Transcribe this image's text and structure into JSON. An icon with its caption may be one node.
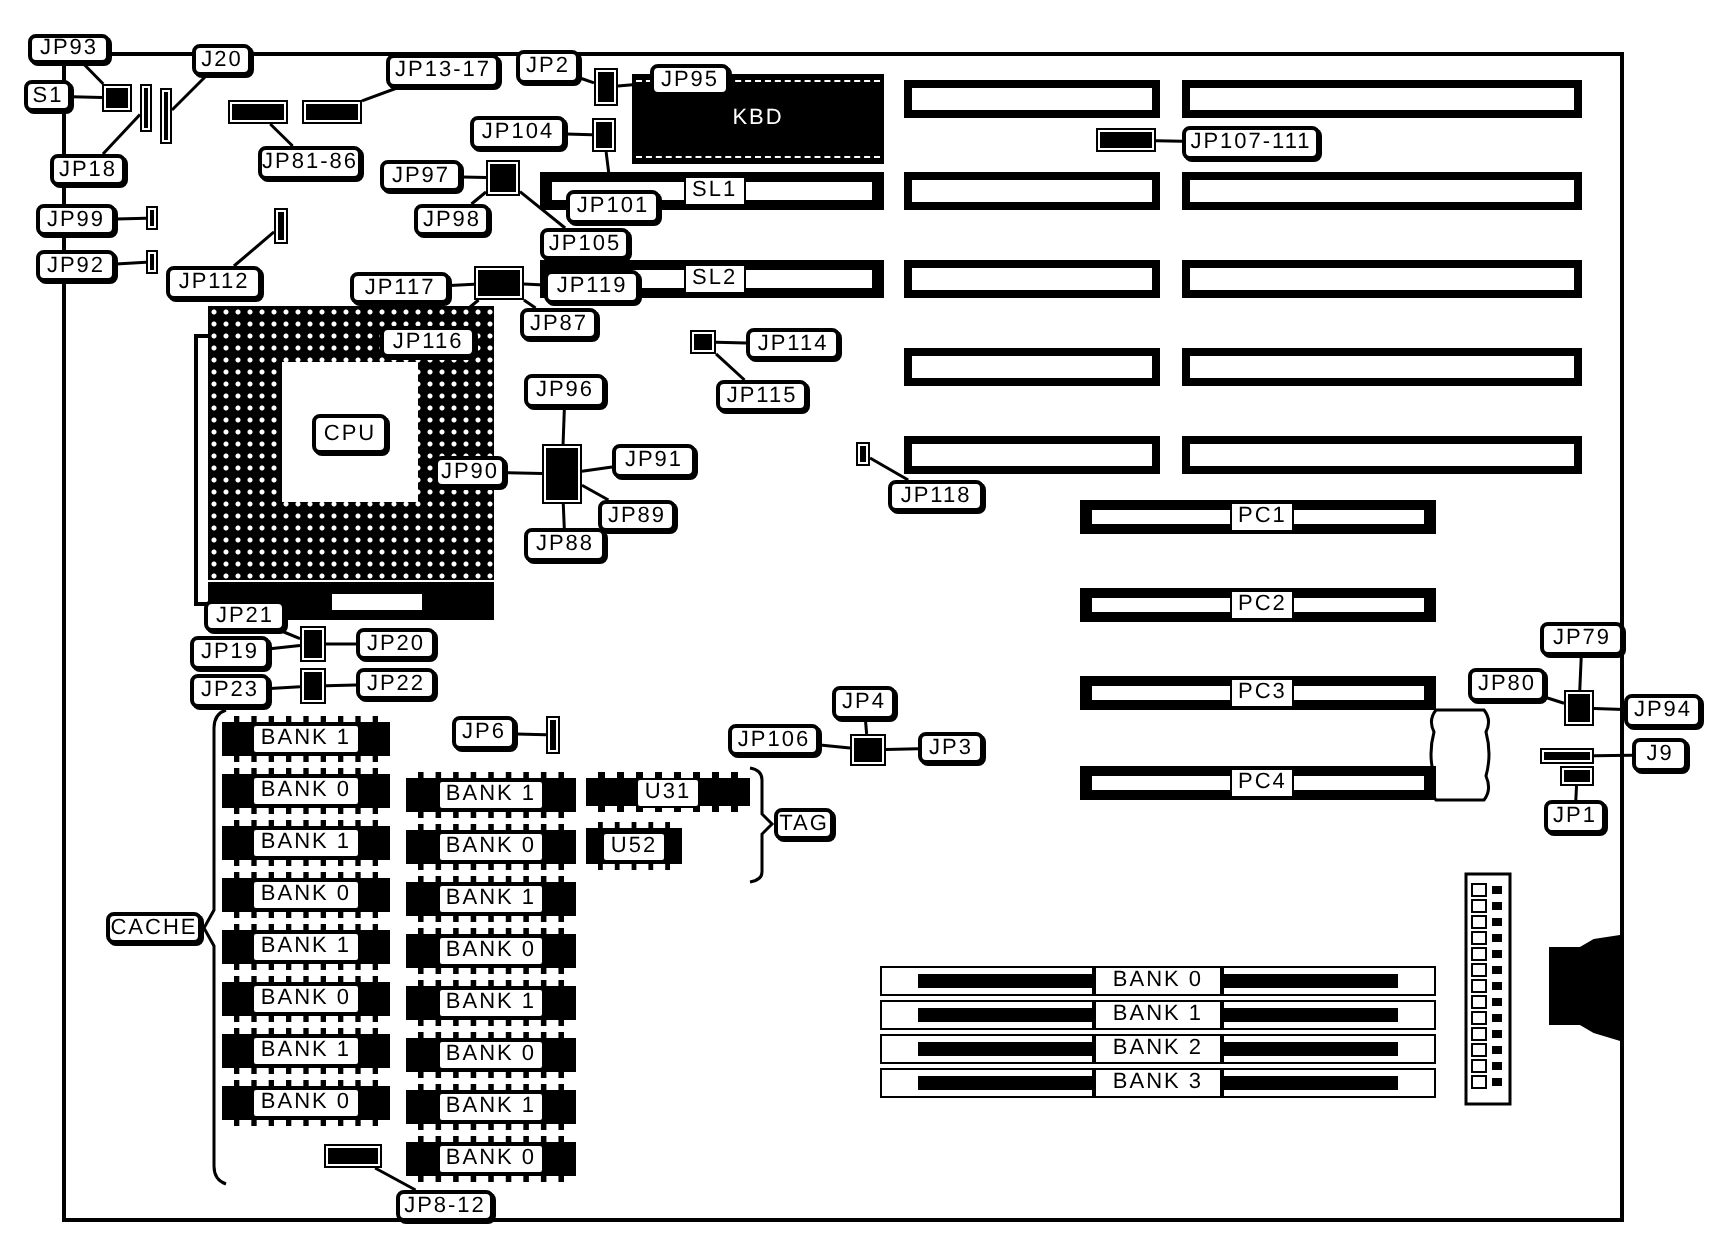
{
  "diagram": {
    "nodes": [
      {
        "text": [
          "JP93"
        ]
      },
      {
        "text": [
          "S1"
        ]
      },
      {
        "text": [],
        "shape": "box"
      },
      {
        "text": [
          "JP18"
        ]
      },
      {
        "text": [],
        "shape": "box"
      },
      {
        "text": [
          "J20"
        ]
      },
      {
        "text": [],
        "shape": "box"
      },
      {
        "text": [
          "JP81-86"
        ]
      },
      {
        "text": [],
        "shape": "box"
      },
      {
        "text": [
          "JP13-17"
        ]
      },
      {
        "text": [],
        "shape": "box"
      },
      {
        "text": [
          "JP2"
        ]
      },
      {
        "text": [
          "JP95"
        ]
      },
      {
        "text": [],
        "shape": "box"
      },
      {
        "text": [
          "KBD"
        ]
      },
      {
        "text": [
          "JP104"
        ]
      },
      {
        "text": [],
        "shape": "box"
      },
      {
        "text": [
          "JP101"
        ]
      },
      {
        "text": [
          "JP97"
        ]
      },
      {
        "text": [
          "JP98"
        ]
      },
      {
        "text": [
          "JP105"
        ]
      },
      {
        "text": [],
        "shape": "box"
      },
      {
        "text": [
          "SL1"
        ]
      },
      {
        "text": [
          "JP99"
        ]
      },
      {
        "text": [],
        "shape": "box"
      },
      {
        "text": [
          "JP92"
        ]
      },
      {
        "text": [],
        "shape": "box"
      },
      {
        "text": [
          "JP112"
        ]
      },
      {
        "text": [],
        "shape": "box"
      },
      {
        "text": [
          "JP117"
        ]
      },
      {
        "text": [
          "JP119"
        ]
      },
      {
        "text": [],
        "shape": "box"
      },
      {
        "text": [
          "SL2"
        ]
      },
      {
        "text": [
          "JP87"
        ]
      },
      {
        "text": [],
        "shape": "socket"
      },
      {
        "text": [
          "JP116"
        ],
        "in": 34
      },
      {
        "text": [
          "JP114"
        ]
      },
      {
        "text": [
          "JP115"
        ]
      },
      {
        "text": [],
        "shape": "box"
      },
      {
        "text": [
          "JP96"
        ]
      },
      {
        "text": [
          "JP90"
        ]
      },
      {
        "text": [
          "JP91"
        ]
      },
      {
        "text": [
          "JP89"
        ]
      },
      {
        "text": [
          "JP88"
        ]
      },
      {
        "text": [],
        "shape": "box"
      },
      {
        "text": [
          "JP107-111"
        ]
      },
      {
        "text": [],
        "shape": "box"
      },
      {
        "text": [
          "JP118"
        ]
      },
      {
        "text": [],
        "shape": "box"
      },
      {
        "text": [],
        "shape": "bar"
      },
      {
        "text": [],
        "shape": "bar"
      },
      {
        "text": [],
        "shape": "bar"
      },
      {
        "text": [],
        "shape": "bar"
      },
      {
        "text": [],
        "shape": "bar"
      },
      {
        "text": [],
        "shape": "bar"
      },
      {
        "text": [],
        "shape": "bar"
      },
      {
        "text": [],
        "shape": "bar"
      },
      {
        "text": [],
        "shape": "bar"
      },
      {
        "text": [],
        "shape": "bar"
      },
      {
        "text": [
          "PC1"
        ]
      },
      {
        "text": [
          "PC2"
        ]
      },
      {
        "text": [
          "PC3"
        ]
      },
      {
        "text": [
          "PC4"
        ]
      },
      {
        "text": [
          "JP21"
        ]
      },
      {
        "text": [
          "JP19"
        ]
      },
      {
        "text": [
          "JP20"
        ]
      },
      {
        "text": [],
        "shape": "box"
      },
      {
        "text": [
          "JP23"
        ]
      },
      {
        "text": [
          "JP22"
        ]
      },
      {
        "text": [],
        "shape": "box"
      },
      {
        "text": [
          "JP6"
        ]
      },
      {
        "text": [],
        "shape": "box"
      },
      {
        "text": [
          "JP106"
        ]
      },
      {
        "text": [
          "JP4"
        ]
      },
      {
        "text": [
          "JP3"
        ]
      },
      {
        "text": [],
        "shape": "box"
      },
      {
        "text": [
          "JP79"
        ]
      },
      {
        "text": [
          "JP80"
        ]
      },
      {
        "text": [
          "JP94"
        ]
      },
      {
        "text": [],
        "shape": "box"
      },
      {
        "text": [
          "J9"
        ]
      },
      {
        "text": [],
        "shape": "box"
      },
      {
        "text": [
          "JP1"
        ]
      },
      {
        "text": [],
        "shape": "box"
      },
      {
        "text": [
          "BANK 1"
        ]
      },
      {
        "text": [
          "BANK 0"
        ]
      },
      {
        "text": [
          "BANK 1"
        ]
      },
      {
        "text": [
          "BANK 0"
        ]
      },
      {
        "text": [
          "BANK 1"
        ]
      },
      {
        "text": [
          "BANK 0"
        ]
      },
      {
        "text": [
          "BANK 1"
        ]
      },
      {
        "text": [
          "BANK 0"
        ]
      },
      {
        "text": [
          "BANK 1"
        ]
      },
      {
        "text": [
          "BANK 0"
        ]
      },
      {
        "text": [
          "BANK 1"
        ]
      },
      {
        "text": [
          "BANK 0"
        ]
      },
      {
        "text": [
          "BANK 1"
        ]
      },
      {
        "text": [
          "BANK 0"
        ]
      },
      {
        "text": [
          "BANK 1"
        ]
      },
      {
        "text": [
          "BANK 0"
        ]
      },
      {
        "text": [
          "U31"
        ]
      },
      {
        "text": [
          "U52"
        ]
      },
      {
        "text": [
          "TAG"
        ]
      },
      {
        "text": [
          "CACHE"
        ]
      },
      {
        "text": [
          "JP8-12"
        ]
      },
      {
        "text": [],
        "shape": "box"
      },
      {
        "text": [
          "BANK 0"
        ]
      },
      {
        "text": [
          "BANK 1"
        ]
      },
      {
        "text": [
          "BANK 2"
        ]
      },
      {
        "text": [
          "BANK 3"
        ]
      },
      {
        "text": [
          "CPU"
        ],
        "in": 34
      }
    ],
    "edges": [
      {
        "from": 0,
        "to": 2,
        "arrow": "none"
      },
      {
        "from": 1,
        "to": 2,
        "arrow": "none"
      },
      {
        "from": 3,
        "to": 4,
        "arrow": "none"
      },
      {
        "from": 5,
        "to": 6,
        "arrow": "none"
      },
      {
        "from": 7,
        "to": 8,
        "arrow": "none"
      },
      {
        "from": 9,
        "to": 10,
        "arrow": "none"
      },
      {
        "from": 11,
        "to": 13,
        "arrow": "none"
      },
      {
        "from": 12,
        "to": 13,
        "arrow": "none"
      },
      {
        "from": 15,
        "to": 16,
        "arrow": "none"
      },
      {
        "from": 17,
        "to": 16,
        "arrow": "none"
      },
      {
        "from": 18,
        "to": 21,
        "arrow": "none"
      },
      {
        "from": 19,
        "to": 21,
        "arrow": "none"
      },
      {
        "from": 20,
        "to": 21,
        "arrow": "none"
      },
      {
        "from": 23,
        "to": 24,
        "arrow": "none"
      },
      {
        "from": 25,
        "to": 26,
        "arrow": "none"
      },
      {
        "from": 27,
        "to": 28,
        "arrow": "none"
      },
      {
        "from": 29,
        "to": 31,
        "arrow": "none"
      },
      {
        "from": 30,
        "to": 31,
        "arrow": "none"
      },
      {
        "from": 33,
        "to": 31,
        "arrow": "none"
      },
      {
        "from": 35,
        "to": 31,
        "arrow": "none"
      },
      {
        "from": 36,
        "to": 38,
        "arrow": "none"
      },
      {
        "from": 37,
        "to": 38,
        "arrow": "none"
      },
      {
        "from": 39,
        "to": 44,
        "arrow": "none"
      },
      {
        "from": 40,
        "to": 44,
        "arrow": "none"
      },
      {
        "from": 41,
        "to": 44,
        "arrow": "none"
      },
      {
        "from": 42,
        "to": 44,
        "arrow": "none"
      },
      {
        "from": 43,
        "to": 44,
        "arrow": "none"
      },
      {
        "from": 45,
        "to": 46,
        "arrow": "none"
      },
      {
        "from": 47,
        "to": 48,
        "arrow": "none"
      },
      {
        "from": 63,
        "to": 66,
        "arrow": "none"
      },
      {
        "from": 64,
        "to": 66,
        "arrow": "none"
      },
      {
        "from": 65,
        "to": 66,
        "arrow": "none"
      },
      {
        "from": 67,
        "to": 69,
        "arrow": "none"
      },
      {
        "from": 68,
        "to": 69,
        "arrow": "none"
      },
      {
        "from": 70,
        "to": 71,
        "arrow": "none"
      },
      {
        "from": 72,
        "to": 75,
        "arrow": "none"
      },
      {
        "from": 73,
        "to": 75,
        "arrow": "none"
      },
      {
        "from": 74,
        "to": 75,
        "arrow": "none"
      },
      {
        "from": 76,
        "to": 79,
        "arrow": "none"
      },
      {
        "from": 77,
        "to": 79,
        "arrow": "none"
      },
      {
        "from": 78,
        "to": 79,
        "arrow": "none"
      },
      {
        "from": 80,
        "to": 81,
        "arrow": "none"
      },
      {
        "from": 82,
        "to": 83,
        "arrow": "none"
      },
      {
        "from": 104,
        "to": 105,
        "arrow": "none"
      }
    ]
  }
}
